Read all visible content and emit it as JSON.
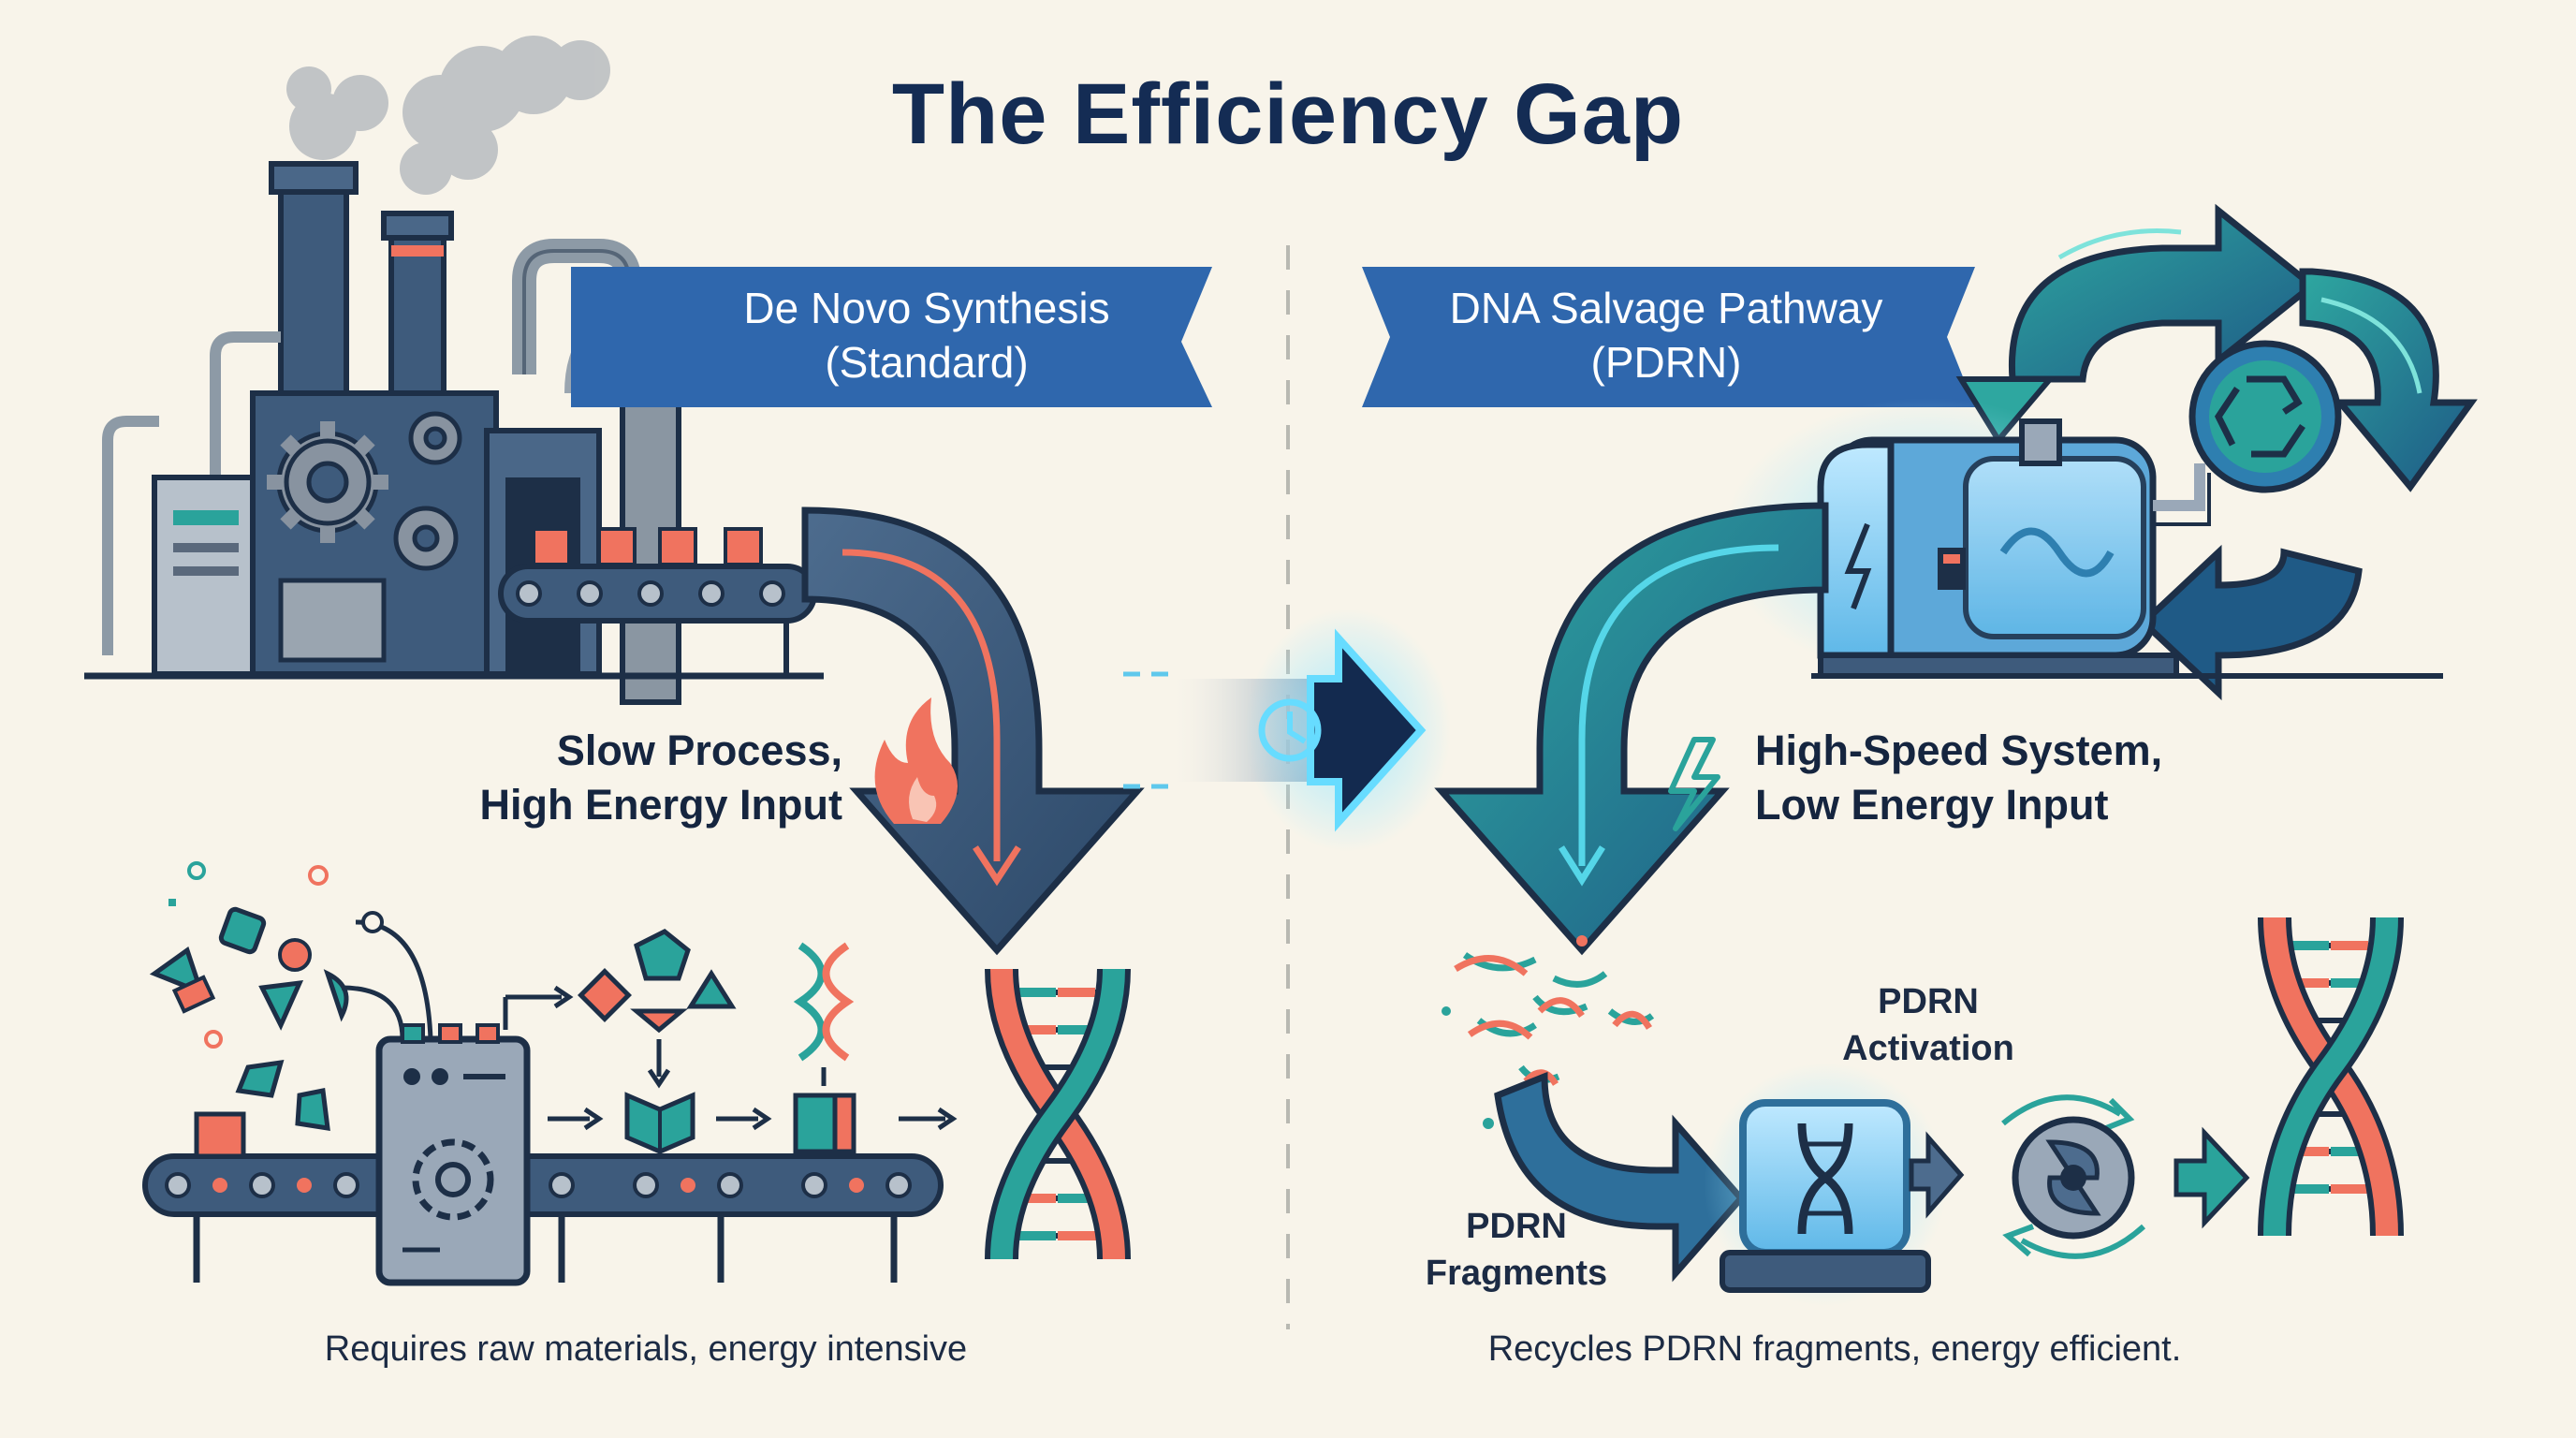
{
  "title": "The Efficiency Gap",
  "left": {
    "banner_line1": "De Novo Synthesis",
    "banner_line2": "(Standard)",
    "process_line1": "Slow Process,",
    "process_line2": "High Energy Input",
    "caption": "Requires raw materials, energy intensive"
  },
  "right": {
    "banner_line1": "DNA Salvage Pathway",
    "banner_line2": "(PDRN)",
    "process_line1": "High-Speed System,",
    "process_line2": "Low Energy Input",
    "activation_line1": "PDRN",
    "activation_line2": "Activation",
    "fragments_line1": "PDRN",
    "fragments_line2": "Fragments",
    "caption": "Recycles PDRN fragments, energy efficient."
  },
  "colors": {
    "navy": "#142c54",
    "banner_blue": "#2f67ad",
    "slate": "#3b5878",
    "coral": "#f0735f",
    "teal": "#2aa39b",
    "cyan_glow": "#55d6ff"
  },
  "icons": [
    "factory-icon",
    "gear-icon",
    "flame-icon",
    "clock-icon",
    "lightning-icon",
    "recycle-icon",
    "dna-helix-icon",
    "conveyor-belt-icon",
    "reactor-machine-icon"
  ]
}
